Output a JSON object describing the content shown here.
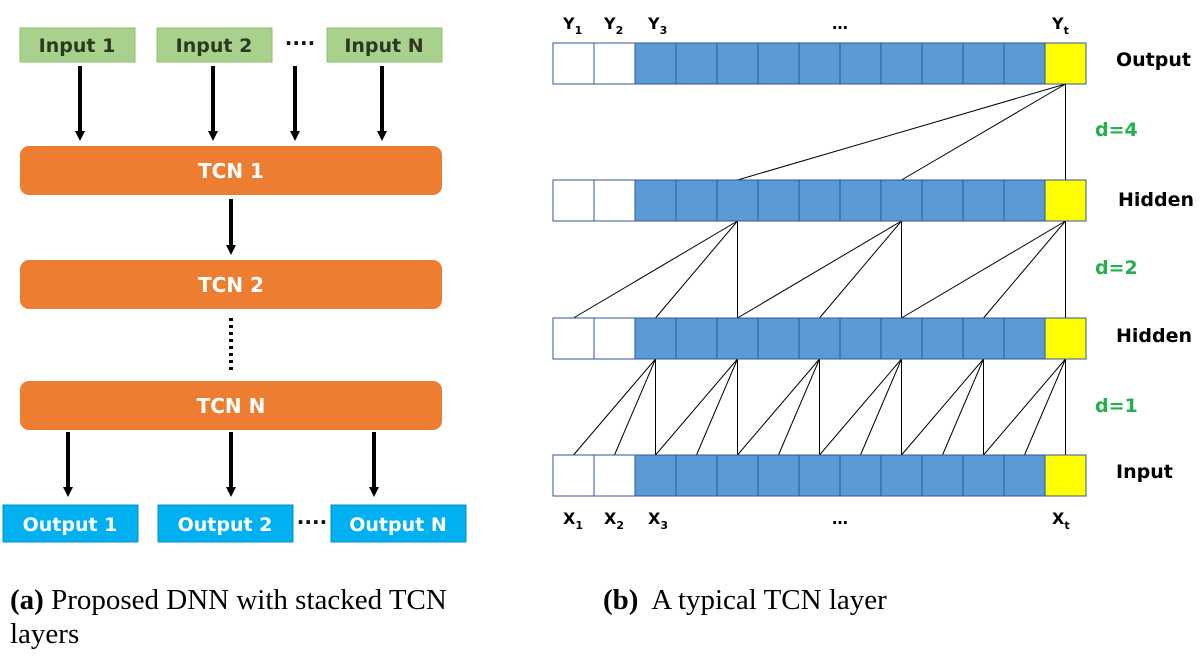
{
  "panel_a": {
    "inputs": [
      "Input 1",
      "Input 2",
      "Input N"
    ],
    "input_dots": "····",
    "tcn_layers": [
      "TCN 1",
      "TCN 2",
      "TCN N"
    ],
    "outputs": [
      "Output 1",
      "Output 2",
      "Output N"
    ],
    "output_dots": "····",
    "colors": {
      "input_fill": "#a9d18e",
      "tcn_fill": "#ed7d31",
      "output_fill": "#00b0f0"
    }
  },
  "panel_b": {
    "top_labels": [
      "Y",
      "Y",
      "Y"
    ],
    "top_subs": [
      "1",
      "2",
      "3"
    ],
    "top_last_label": "Y",
    "top_last_sub": "t",
    "ellipsis": "…",
    "bottom_labels": [
      "X",
      "X",
      "X"
    ],
    "bottom_subs": [
      "1",
      "2",
      "3"
    ],
    "bottom_last_label": "X",
    "bottom_last_sub": "t",
    "row_labels": [
      "Output",
      "Hidden",
      "Hidden",
      "Input"
    ],
    "dilations": [
      "d=4",
      "d=2",
      "d=1"
    ],
    "colors": {
      "cell_fill": "#5b9bd5",
      "last_cell_fill": "#ffff00",
      "dilation_text": "#22b14c"
    }
  },
  "captions": {
    "a_prefix": "(a)",
    "a_line1": " Proposed DNN with stacked TCN",
    "a_line2": "layers",
    "b_prefix": "(b)",
    "b_text": "  A typical TCN layer"
  }
}
